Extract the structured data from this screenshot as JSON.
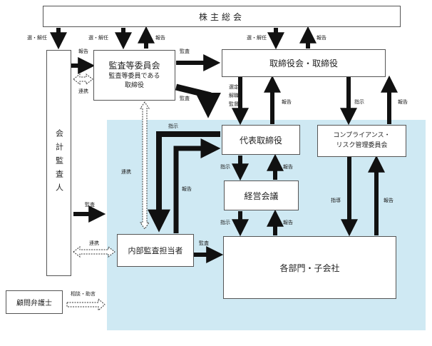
{
  "boxes": {
    "shareholders": "株主総会",
    "auditor": "会計監査人",
    "audit_committee_title": "監査等委員会",
    "audit_committee_sub1": "監査等委員である",
    "audit_committee_sub2": "取締役",
    "board": "取締役会・取締役",
    "president": "代表取締役",
    "compliance_line1": "コンプライアンス・",
    "compliance_line2": "リスク管理委員会",
    "management": "経営会議",
    "internal_audit": "内部監査担当者",
    "departments": "各部門・子会社",
    "lawyer": "顧問弁護士"
  },
  "labels": {
    "elect1": "選・解任",
    "elect2": "選・解任",
    "elect3": "選・解任",
    "report_sh_ac": "報告",
    "report_sh_board": "報告",
    "report_auditor": "報告",
    "coop_auditor_ac": "連携",
    "audit_ac_board": "監査",
    "audit_ac_down": "監査",
    "appoint1": "選定",
    "appoint2": "解職",
    "appoint3": "監督",
    "report_board": "報告",
    "instruct_board_comp": "指示",
    "report_comp_board": "報告",
    "instruct_pres_ia": "指示",
    "coop_ac_ia": "連携",
    "report_ia": "報告",
    "instruct_pres_mgmt": "指示",
    "report_mgmt_pres": "報告",
    "audit_auditor_region": "監査",
    "instruct_mgmt_dept": "指示",
    "report_dept_mgmt": "報告",
    "guide_comp_dept": "指導",
    "report_dept_comp": "報告",
    "coop_auditor_ia": "連携",
    "audit_ia_dept": "監査",
    "consult": "相談・助言"
  },
  "colors": {
    "region": "#cfe9f3",
    "arrow": "#111111",
    "border": "#555555"
  }
}
